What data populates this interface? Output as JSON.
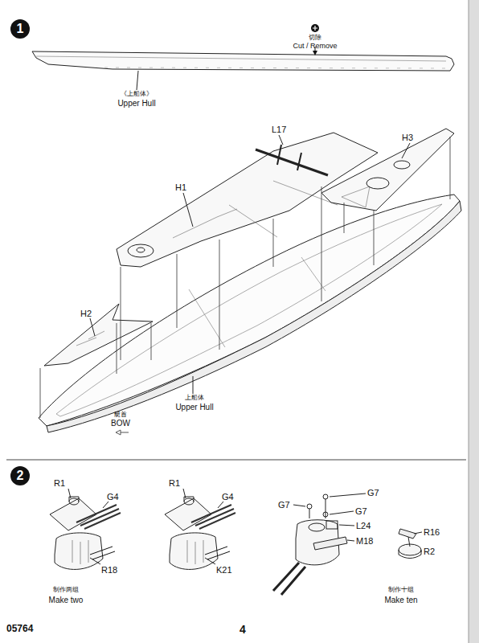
{
  "diagram": {
    "nodes": [
      {
        "text": [
          "1"
        ]
      },
      {
        "text": [
          "2"
        ]
      }
    ],
    "labels": [
      "切除",
      "Cut / Remove",
      "《上船体》",
      "Upper Hull",
      "L17",
      "H1",
      "H3",
      "H2",
      "上船体",
      "Upper Hull",
      "艇首",
      "BOW",
      "R1",
      "G4",
      "R18",
      "制作两组",
      "Make two",
      "R1",
      "G4",
      "K21",
      "G7",
      "G7",
      "G7",
      "L24",
      "M18",
      "R16",
      "R2",
      "制作十组",
      "Make ten",
      "05764",
      "4"
    ]
  }
}
